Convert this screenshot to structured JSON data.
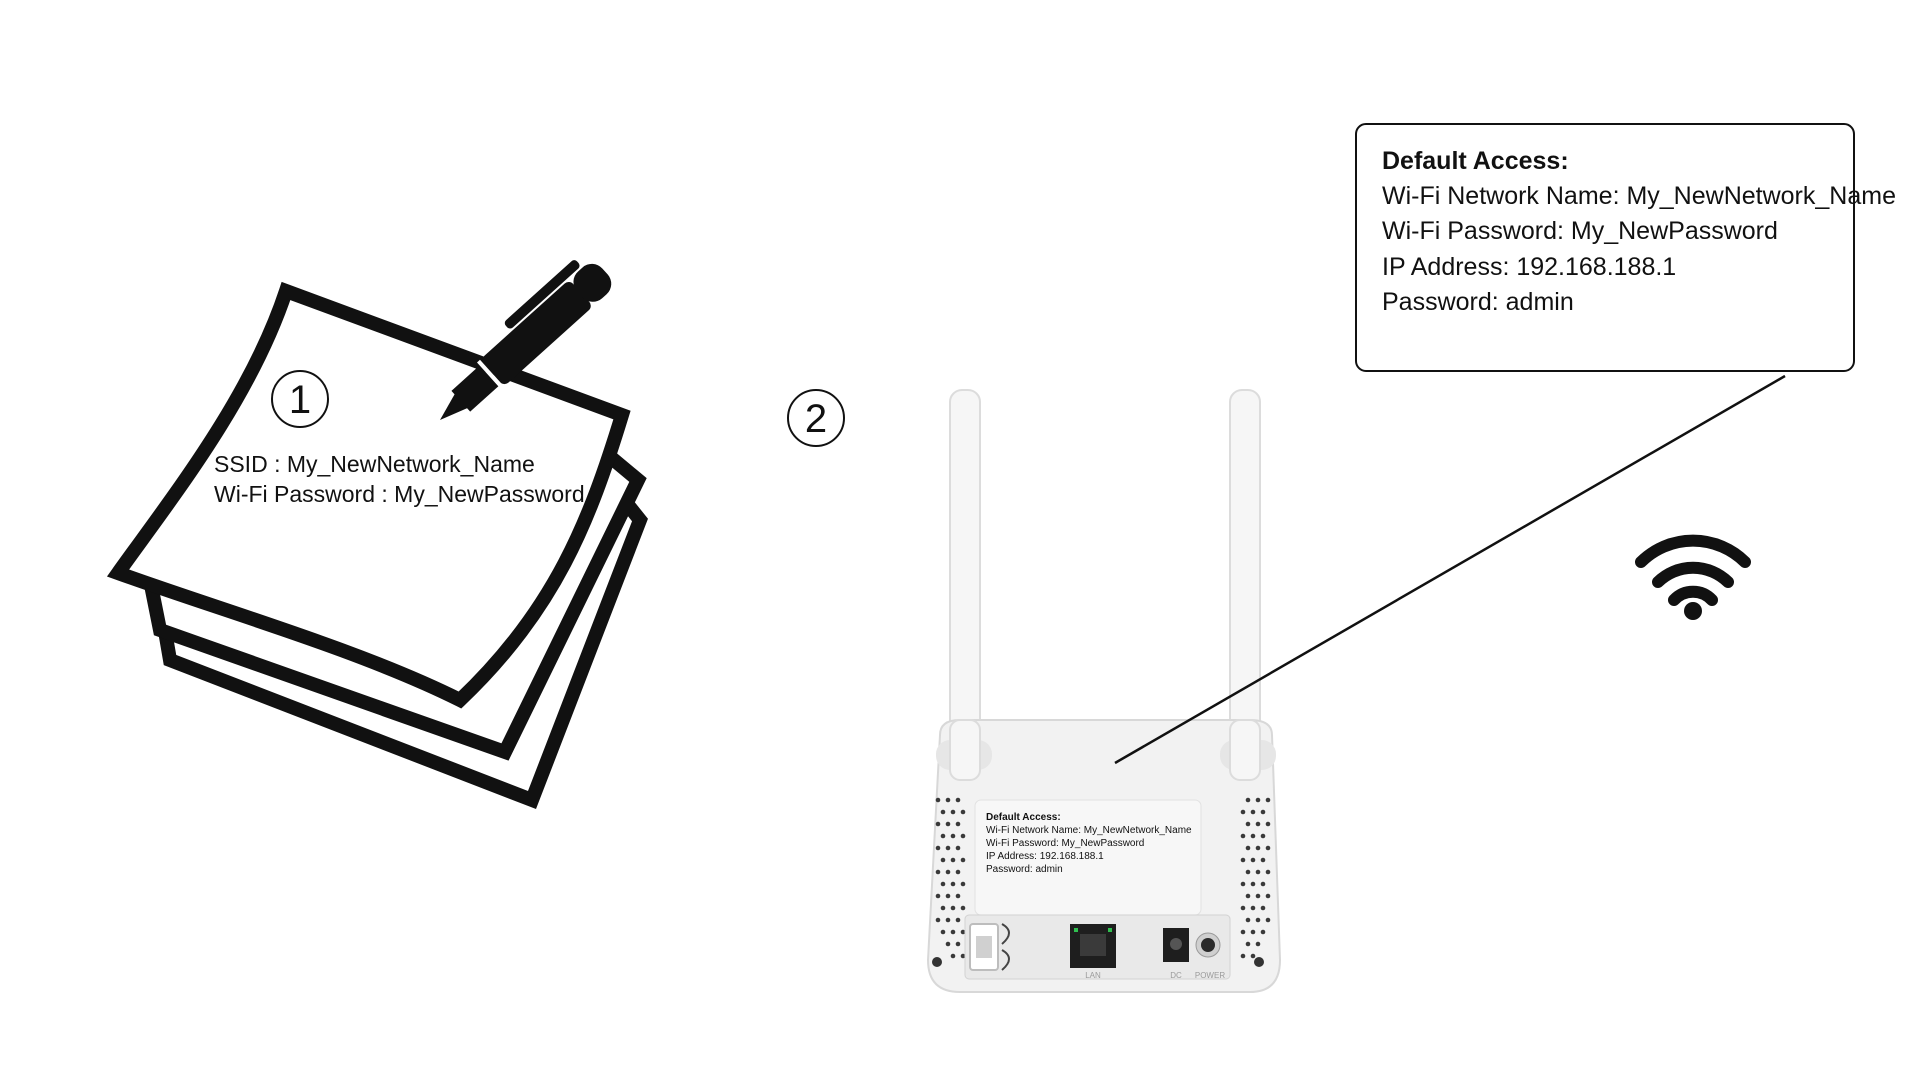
{
  "steps": {
    "step1": "1",
    "step2": "2"
  },
  "note": {
    "line1": "SSID : My_NewNetwork_Name",
    "line2": "Wi-Fi Password : My_NewPassword"
  },
  "callout": {
    "title": "Default Access:",
    "network_name": "Wi-Fi Network Name: My_NewNetwork_Name",
    "wifi_password": "Wi-Fi Password: My_NewPassword",
    "ip_address": "IP Address: 192.168.188.1",
    "password": "Password: admin"
  },
  "router_label": {
    "title": "Default Access:",
    "network_name": "Wi-Fi Network Name: My_NewNetwork_Name",
    "wifi_password": "Wi-Fi Password: My_NewPassword",
    "ip_address": "IP Address: 192.168.188.1",
    "password": "Password: admin"
  },
  "ports": {
    "lan": "LAN",
    "dc": "DC",
    "power": "POWER"
  },
  "icons": {
    "pen": "pen-icon",
    "paper": "note-paper-icon",
    "router": "router-icon",
    "wifi": "wifi-icon"
  },
  "colors": {
    "ink": "#111111",
    "router_body": "#f2f2f2",
    "router_shadow": "#d8d8d8"
  }
}
